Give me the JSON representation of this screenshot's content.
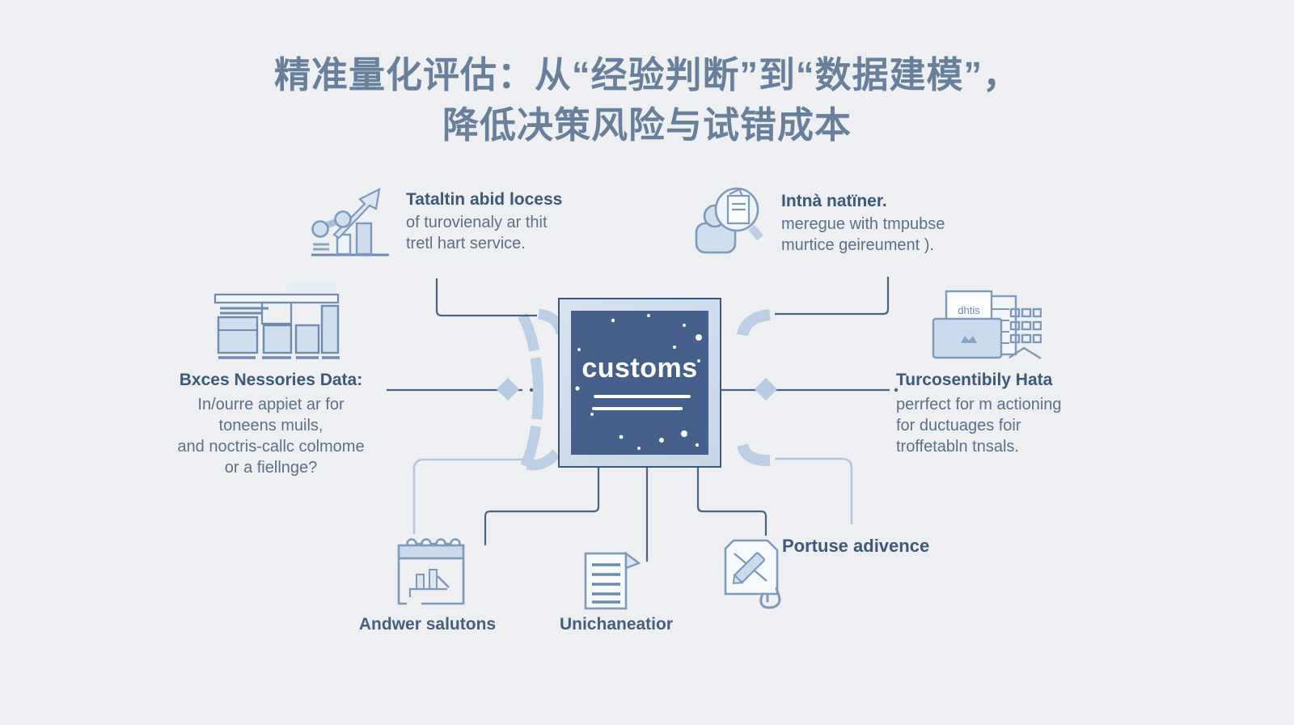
{
  "title": {
    "line1": "精准量化评估：从“经验判断”到“数据建模”，",
    "line2": "降低决策风险与试错成本"
  },
  "center": {
    "label": "customs"
  },
  "nodes": {
    "top_left": {
      "heading": "Tataltin abid locess",
      "line1": "of turovienaly ar thit",
      "line2": "tretl hart service."
    },
    "top_right": {
      "heading": "Intnà natïner.",
      "line1": "meregue with tmpubse",
      "line2": "murtice geireument )."
    },
    "left": {
      "heading": "Bxces Nessories Data:",
      "line1": "In/ourre appiet ar for",
      "line2": "toneens muils,",
      "line3": "and noctris-callc colmome",
      "line4": "or a fiellnge?"
    },
    "right": {
      "heading": "Turcosentibily Hata",
      "line1": "perrfect for m actioning",
      "line2": "for ductuages foir",
      "line3": "troffetabln tnsals."
    },
    "bottom_left": {
      "label": "Andwer salutons"
    },
    "bottom_middle": {
      "label": "Unichaneatior"
    },
    "bottom_right": {
      "label": "Portuse adivence"
    }
  },
  "icons": {
    "top_left": "growth-chart-icon",
    "top_right": "magnifier-person-icon",
    "left": "data-table-icon",
    "right": "folder-documents-icon",
    "right_doc_label": "dhtis",
    "bottom_left": "calendar-chart-icon",
    "bottom_middle": "document-icon",
    "bottom_right": "pencil-document-icon"
  },
  "colors": {
    "background": "#edeff2",
    "title": "#68809b",
    "heading_text": "#3d5878",
    "body_text": "#5c7187",
    "icon_stroke": "#7d99bb",
    "icon_fill": "#cfdfee",
    "connector_thick": "#bccfe5",
    "connector_thin_dark": "#4a6382",
    "connector_thin_light": "#b3c7dd",
    "center_box": "#45618b",
    "center_frame": "#cfdeed"
  }
}
